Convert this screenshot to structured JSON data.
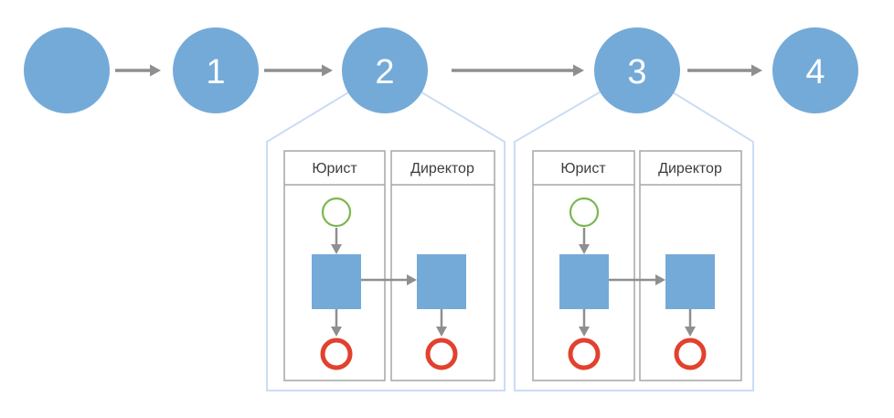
{
  "colors": {
    "step_fill": "#74AAD8",
    "step_label_text": "#FFFFFF",
    "arrow_gray": "#8F8F8F",
    "callout_outline": "#CBDCF6",
    "lane_border": "#A6A6A6",
    "lane_title_text": "#3D3D3D",
    "start_event_green": "#7AB84F",
    "end_event_red": "#E2412E",
    "task_fill": "#74AAD8",
    "background": "#FFFFFF"
  },
  "timeline": {
    "steps": [
      {
        "label": ""
      },
      {
        "label": "1"
      },
      {
        "label": "2"
      },
      {
        "label": "3"
      },
      {
        "label": "4"
      }
    ]
  },
  "callouts": [
    {
      "attached_to_step": "2",
      "lanes": [
        {
          "title": "Юрист",
          "shapes": [
            "start-event",
            "task",
            "end-event"
          ]
        },
        {
          "title": "Директор",
          "shapes": [
            "task",
            "end-event"
          ]
        }
      ]
    },
    {
      "attached_to_step": "3",
      "lanes": [
        {
          "title": "Юрист",
          "shapes": [
            "start-event",
            "task",
            "end-event"
          ]
        },
        {
          "title": "Директор",
          "shapes": [
            "task",
            "end-event"
          ]
        }
      ]
    }
  ]
}
